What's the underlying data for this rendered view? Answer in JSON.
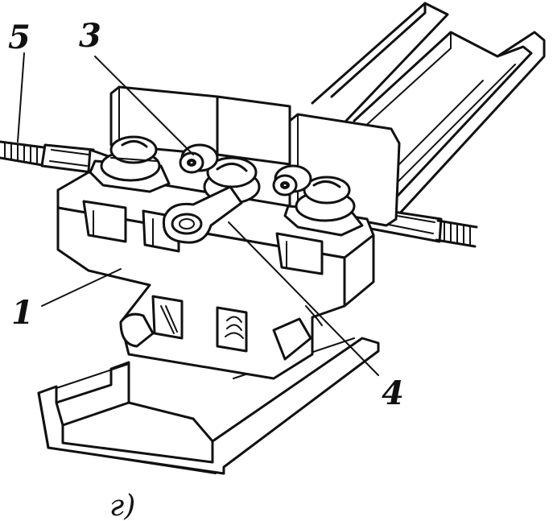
{
  "figure": {
    "labels": {
      "l1": "1",
      "l3": "3",
      "l4": "4",
      "l5": "5"
    },
    "caption": "г)"
  }
}
